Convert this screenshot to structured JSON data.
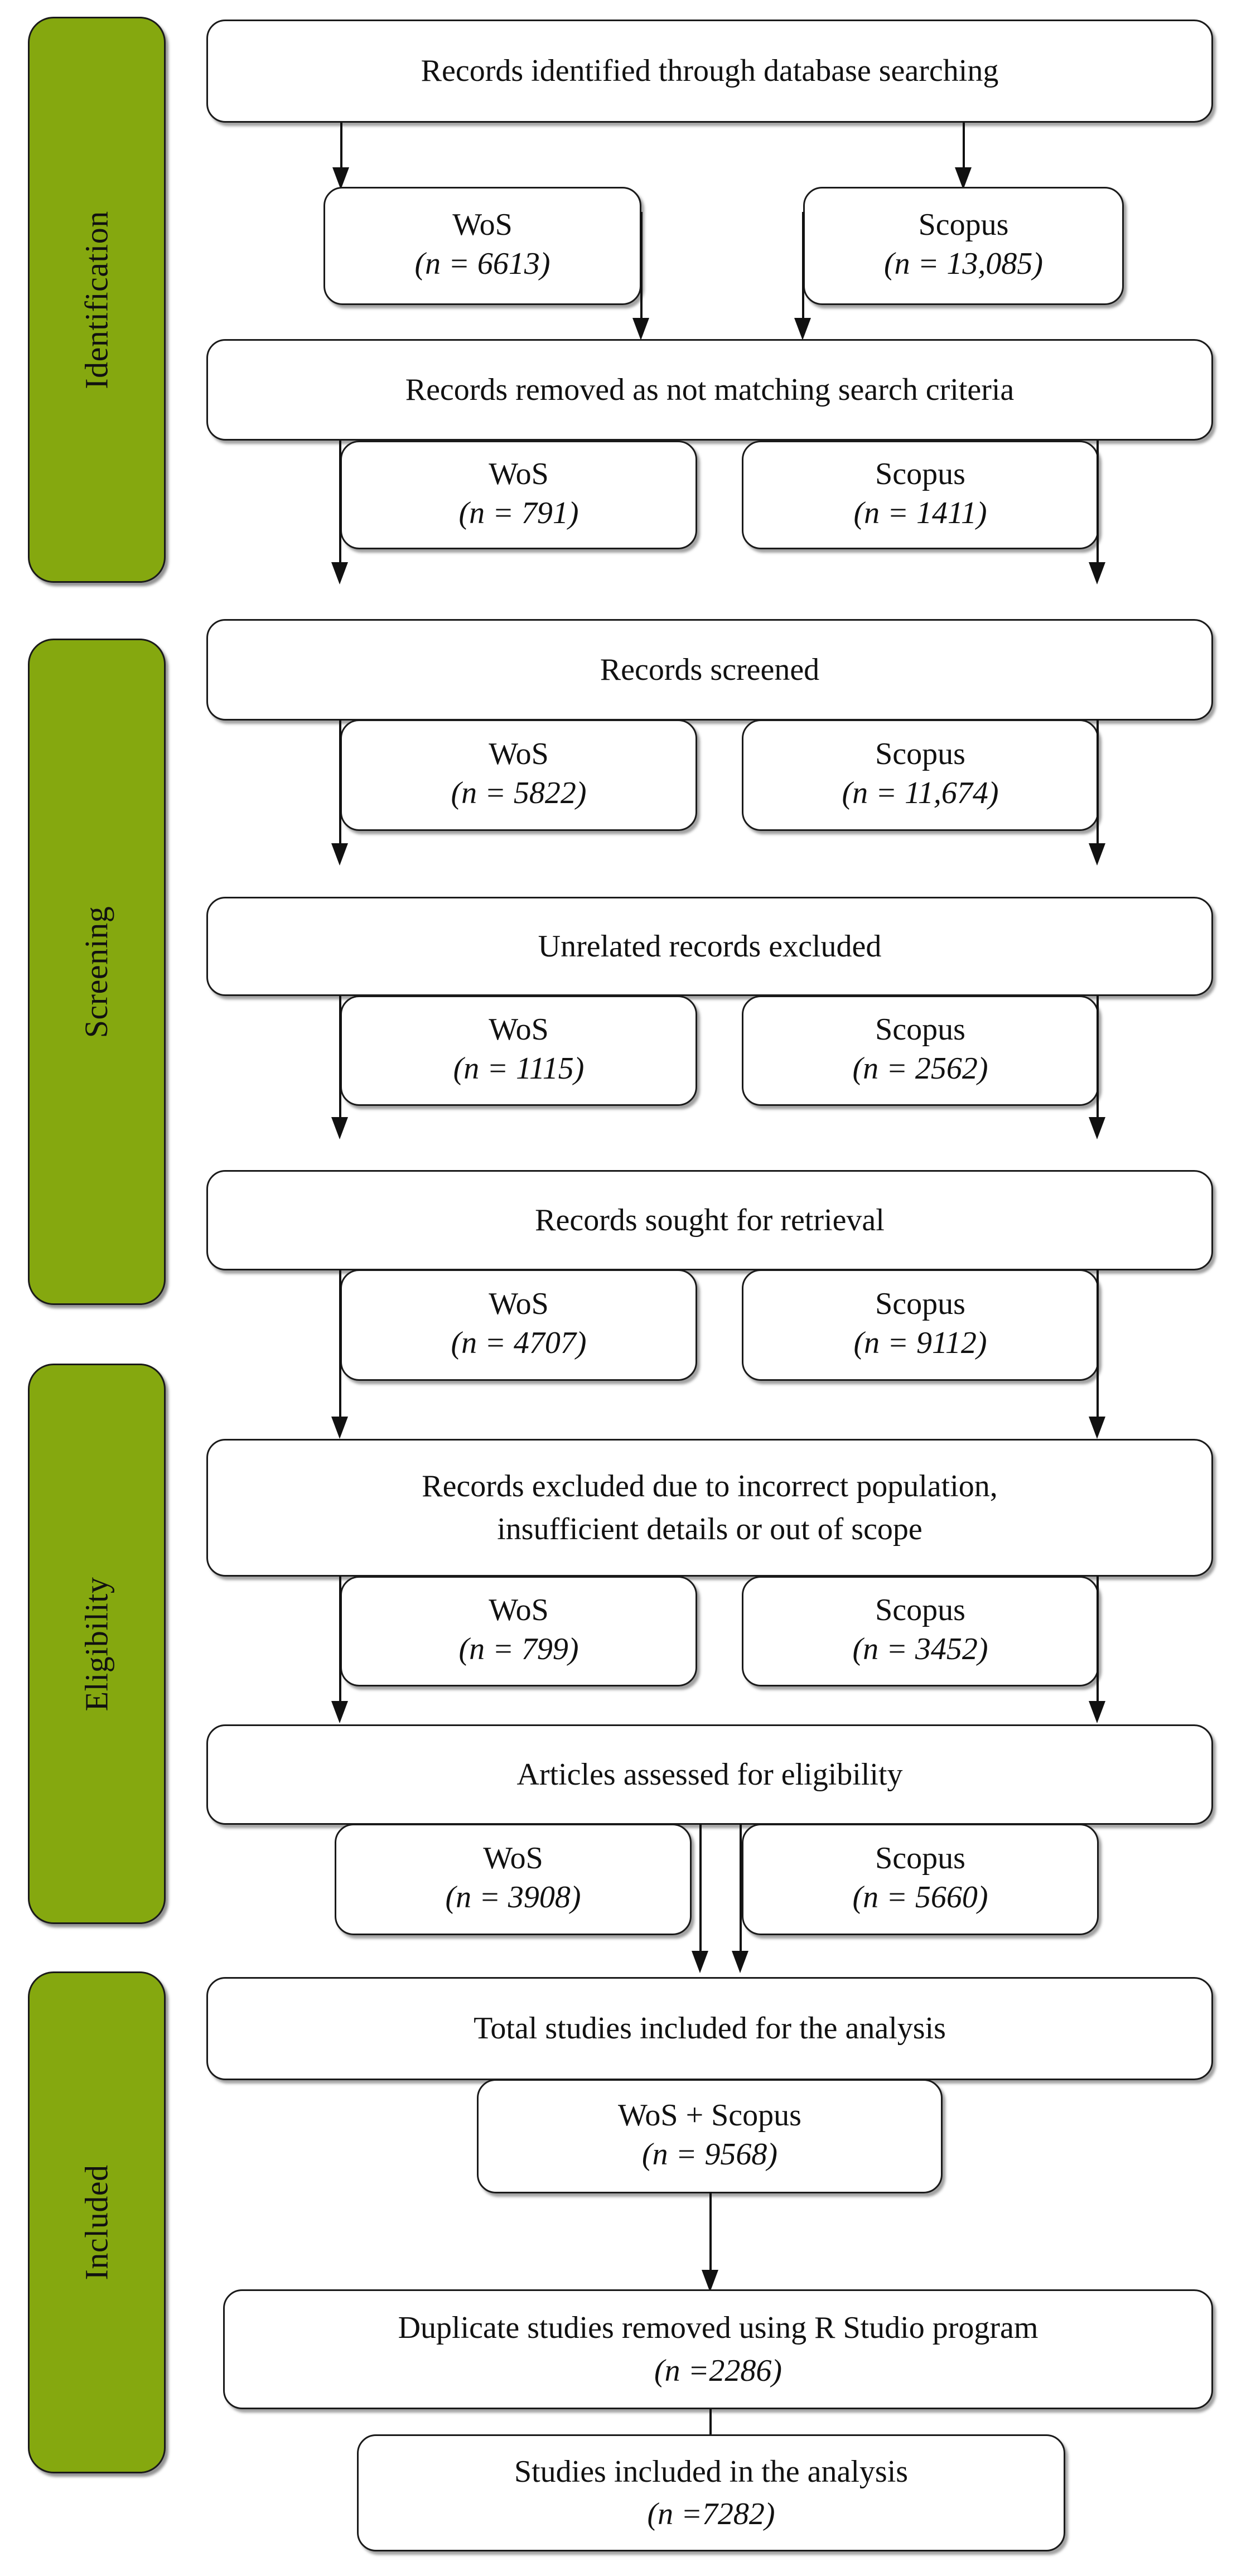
{
  "diagram": {
    "type": "prisma-flow-diagram",
    "title": "PRISMA study selection flow diagram",
    "n_symbol": "n",
    "stages": [
      {
        "id": "identification",
        "label": "Identification"
      },
      {
        "id": "screening",
        "label": "Screening"
      },
      {
        "id": "eligibility",
        "label": "Eligibility"
      },
      {
        "id": "included",
        "label": "Included"
      }
    ],
    "boxes": {
      "records_identified": {
        "line1": "Records identified through database searching"
      },
      "records_removed": {
        "line1": "Records removed as not matching search criteria"
      },
      "records_screened": {
        "line1": "Records screened"
      },
      "unrelated_excluded": {
        "line1": "Unrelated records excluded"
      },
      "records_sought": {
        "line1": "Records sought for retrieval"
      },
      "records_excluded": {
        "line1": "Records excluded due to incorrect population,",
        "line2": "insufficient details  or out of scope"
      },
      "articles_assessed": {
        "line1": "Articles assessed for eligibility"
      },
      "total_included": {
        "line1": "Total studies included  for the analysis"
      },
      "duplicates_removed": {
        "line1": "Duplicate studies removed using R Studio program",
        "count": "(n =2286)"
      },
      "studies_included": {
        "line1": "Studies included in the analysis",
        "count": "(n =7282)"
      }
    },
    "pairs": {
      "identified": {
        "wos_label": "WoS",
        "wos_count": "(n = 6613)",
        "scopus_label": "Scopus",
        "scopus_count": "(n = 13,085)"
      },
      "removed": {
        "wos_label": "WoS",
        "wos_count": "(n = 791)",
        "scopus_label": "Scopus",
        "scopus_count": "(n = 1411)"
      },
      "screened": {
        "wos_label": "WoS",
        "wos_count": "(n = 5822)",
        "scopus_label": "Scopus",
        "scopus_count": "(n = 11,674)"
      },
      "unrelated": {
        "wos_label": "WoS",
        "wos_count": "(n = 1115)",
        "scopus_label": "Scopus",
        "scopus_count": "(n = 2562)"
      },
      "sought": {
        "wos_label": "WoS",
        "wos_count": "(n = 4707)",
        "scopus_label": "Scopus",
        "scopus_count": "(n = 9112)"
      },
      "excluded": {
        "wos_label": "WoS",
        "wos_count": "(n = 799)",
        "scopus_label": "Scopus",
        "scopus_count": "(n = 3452)"
      },
      "assessed": {
        "wos_label": "WoS",
        "wos_count": "(n = 3908)",
        "scopus_label": "Scopus",
        "scopus_count": "(n = 5660)"
      },
      "combined": {
        "label": "WoS + Scopus",
        "count": "(n = 9568)"
      }
    },
    "colors": {
      "stage_green": "#85a80f",
      "box_border": "#1a1a1a",
      "box_fill": "#ffffff",
      "text": "#111111"
    }
  },
  "chart_data": {
    "type": "table",
    "title": "PRISMA record counts by stage and database",
    "categories": [
      "Records identified through database searching",
      "Records removed as not matching search criteria",
      "Records screened",
      "Unrelated records excluded",
      "Records sought for retrieval",
      "Records excluded due to incorrect population, insufficient details or out of scope",
      "Articles assessed for eligibility",
      "Total studies included for the analysis",
      "Duplicate studies removed using R Studio program",
      "Studies included in the analysis"
    ],
    "series": [
      {
        "name": "WoS",
        "values": [
          6613,
          791,
          5822,
          1115,
          4707,
          799,
          3908,
          null,
          null,
          null
        ]
      },
      {
        "name": "Scopus",
        "values": [
          13085,
          1411,
          11674,
          2562,
          9112,
          3452,
          5660,
          null,
          null,
          null
        ]
      },
      {
        "name": "WoS + Scopus",
        "values": [
          null,
          null,
          null,
          null,
          null,
          null,
          null,
          9568,
          2286,
          7282
        ]
      }
    ]
  }
}
